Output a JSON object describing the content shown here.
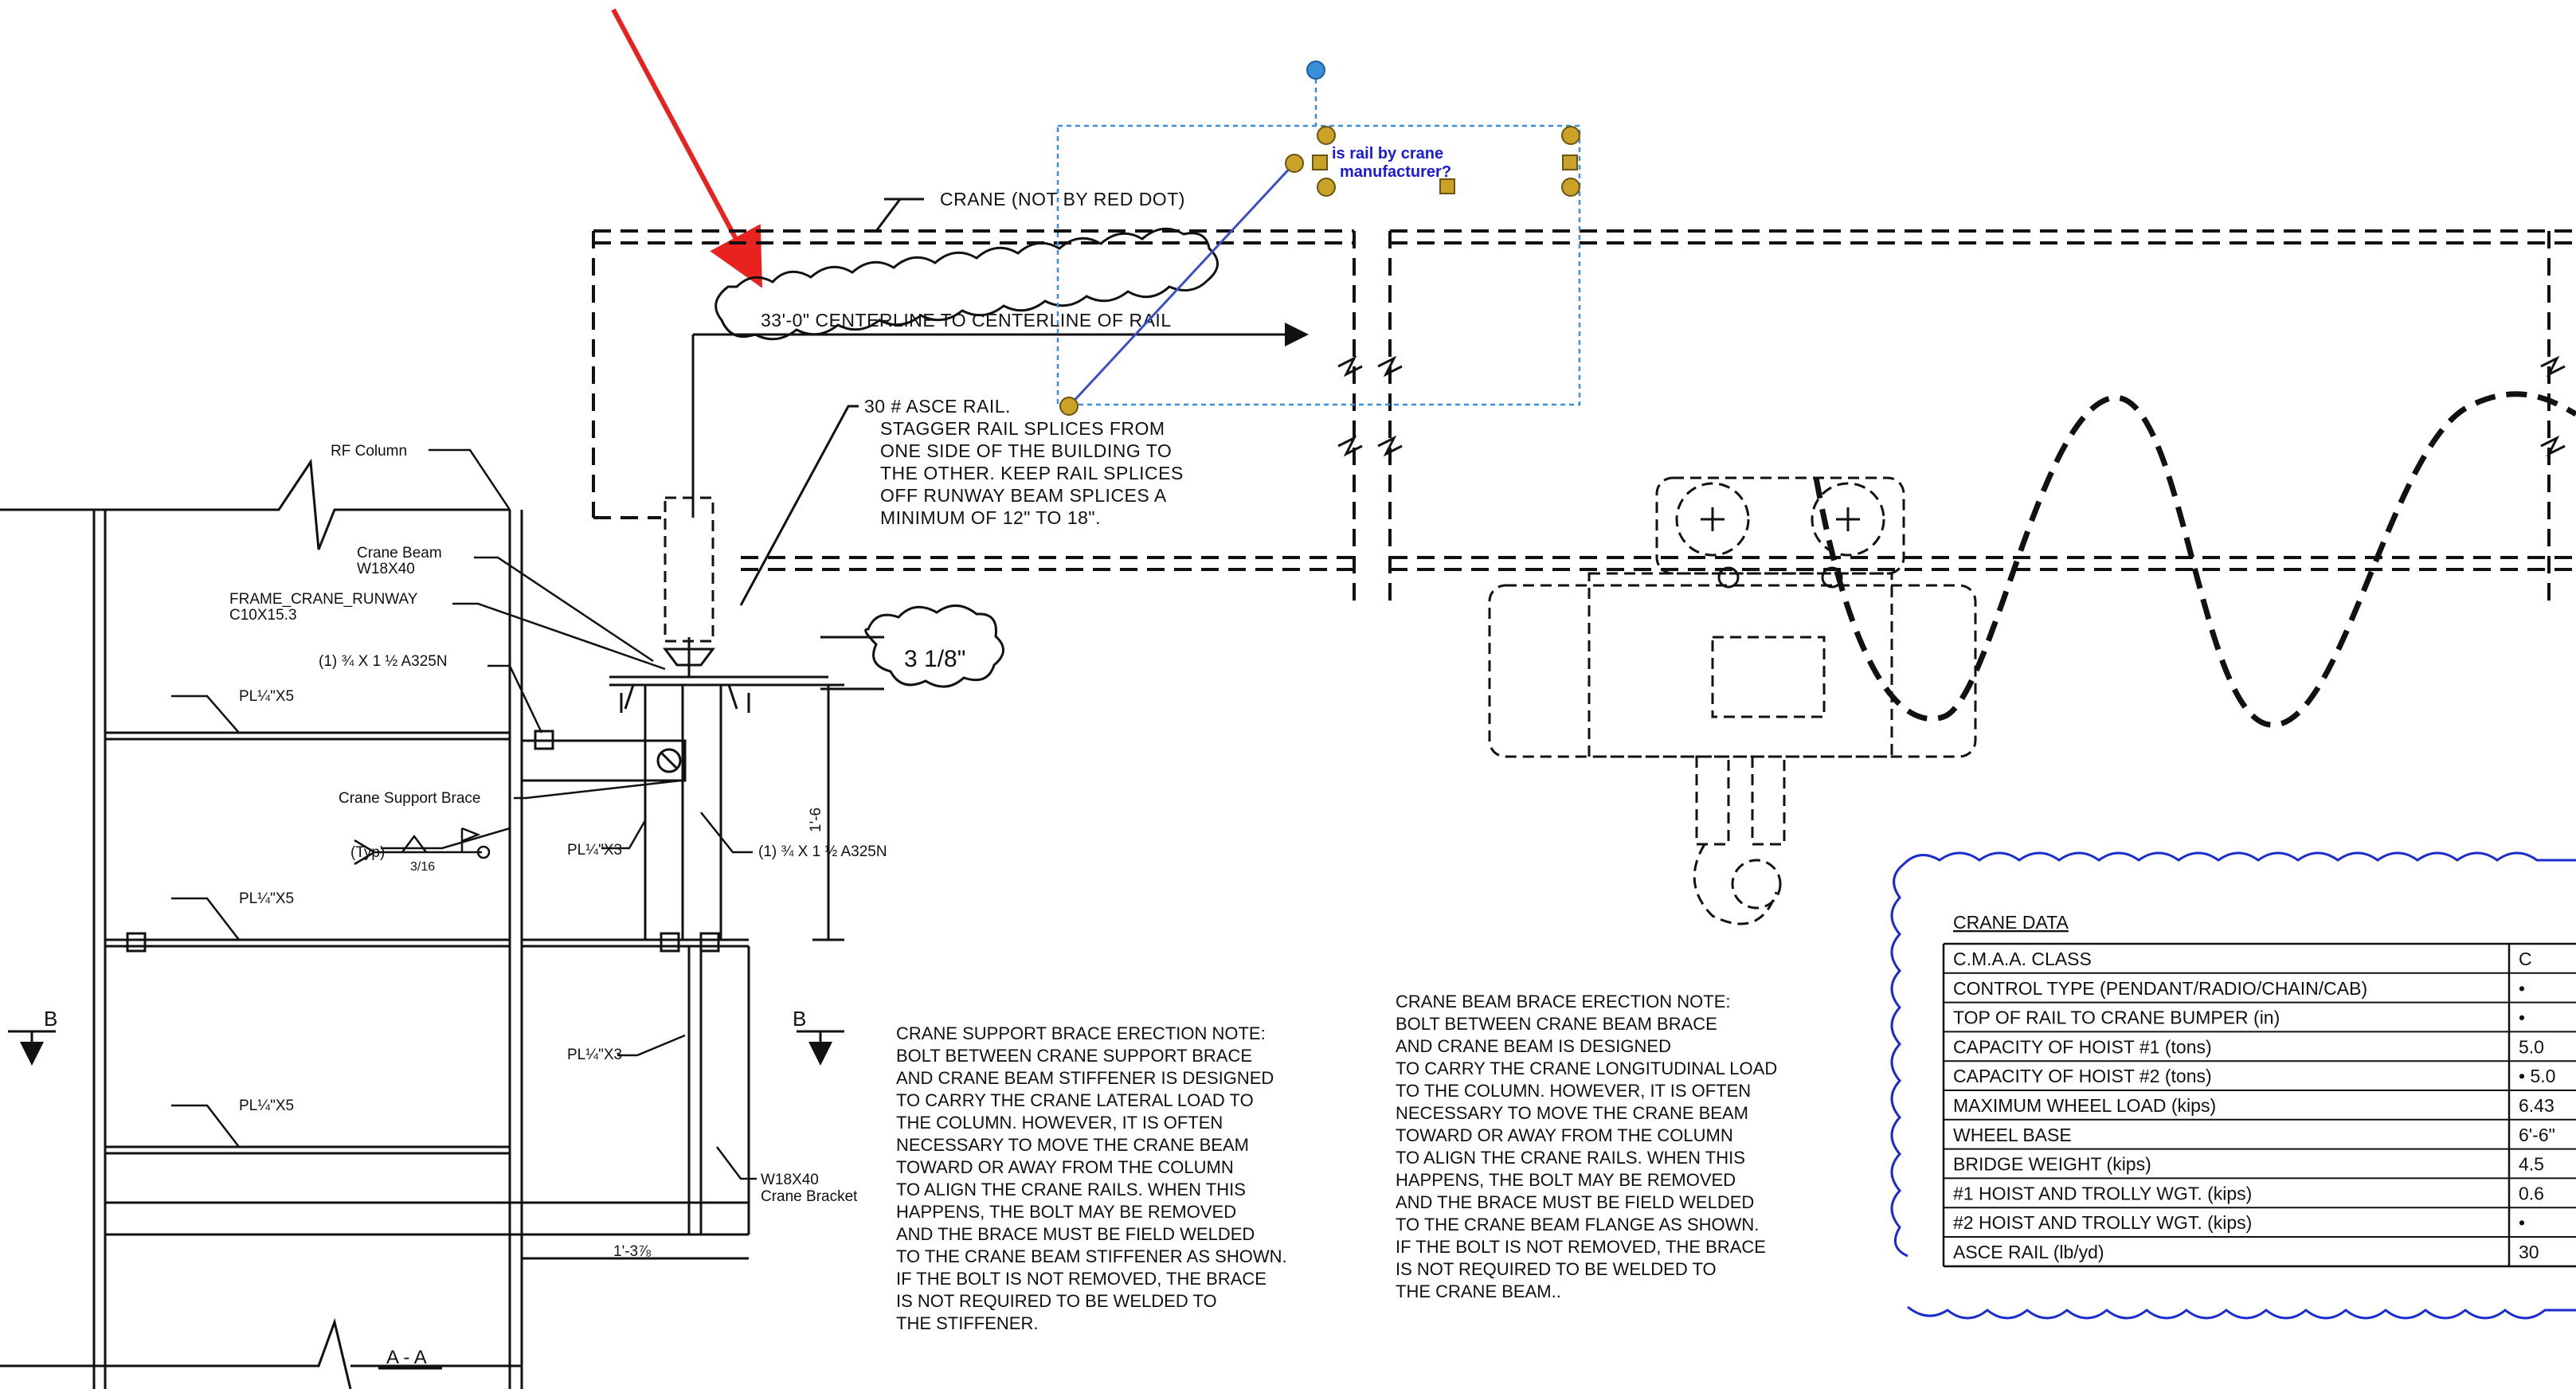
{
  "annotation": {
    "comment": "is rail by crane manufacturer?",
    "comment_line1": "is rail by crane",
    "comment_line2": "manufacturer?"
  },
  "callouts": {
    "crane_label": "CRANE (NOT BY RED DOT)",
    "centerline": "33'-0\" CENTERLINE TO CENTERLINE OF RAIL",
    "rail_dim": "3 1/8\"",
    "rail_note": [
      "30 # ASCE RAIL.",
      "STAGGER RAIL SPLICES FROM",
      "ONE SIDE OF THE BUILDING TO",
      "THE OTHER. KEEP RAIL SPLICES",
      "OFF RUNWAY BEAM SPLICES A",
      "MINIMUM OF 12\" TO 18\"."
    ]
  },
  "section_labels": {
    "rf_column": "RF Column",
    "crane_beam": "Crane Beam",
    "crane_beam_size": "W18X40",
    "runway": "FRAME_CRANE_RUNWAY",
    "runway_size": "C10X15.3",
    "bolt_top": "(1) ¾ X 1 ½ A325N",
    "plate_1": "PL¼\"X5",
    "crane_support_brace": "Crane Support Brace",
    "typ": "(Typ)",
    "weld": "3/16",
    "plate_x3_a": "PL¼\"X3",
    "bolt_side": "(1) ¾ X 1 ½ A325N",
    "dim_vertical": "1'-6",
    "plate_2": "PL¼\"X5",
    "plate_x3_b": "PL¼\"X3",
    "plate_3": "PL¼\"X5",
    "bracket_size": "W18X40",
    "bracket_name": "Crane Bracket",
    "dim_horizontal": "1'-3⅞",
    "section_mark_left": "B",
    "section_mark_right": "B",
    "section_title": "A - A"
  },
  "notes": {
    "support_brace": [
      "CRANE SUPPORT BRACE ERECTION NOTE:",
      "BOLT BETWEEN CRANE SUPPORT BRACE",
      "AND CRANE BEAM STIFFENER IS DESIGNED",
      "TO CARRY THE CRANE LATERAL LOAD TO",
      "THE COLUMN.  HOWEVER, IT IS OFTEN",
      "NECESSARY TO MOVE THE CRANE BEAM",
      "TOWARD OR AWAY FROM THE COLUMN",
      "TO ALIGN THE CRANE RAILS. WHEN THIS",
      "HAPPENS, THE BOLT MAY BE REMOVED",
      "AND THE BRACE MUST BE FIELD WELDED",
      "TO THE CRANE BEAM STIFFENER AS SHOWN.",
      "IF THE BOLT IS NOT REMOVED, THE BRACE",
      "IS NOT REQUIRED TO BE WELDED TO",
      "THE STIFFENER."
    ],
    "beam_brace": [
      "CRANE BEAM BRACE ERECTION NOTE:",
      "BOLT BETWEEN CRANE BEAM BRACE",
      "AND CRANE BEAM IS DESIGNED",
      "TO CARRY THE CRANE LONGITUDINAL LOAD",
      "TO THE COLUMN.  HOWEVER, IT IS OFTEN",
      "NECESSARY TO MOVE THE CRANE BEAM",
      "TOWARD OR AWAY FROM THE COLUMN",
      "TO ALIGN THE CRANE RAILS. WHEN THIS",
      "HAPPENS, THE BOLT MAY BE REMOVED",
      "AND THE BRACE MUST BE FIELD WELDED",
      "TO THE CRANE BEAM FLANGE AS SHOWN.",
      "IF THE BOLT IS NOT REMOVED, THE BRACE",
      "IS NOT REQUIRED TO BE WELDED TO",
      "THE CRANE BEAM.."
    ]
  },
  "crane_data": {
    "title": "CRANE DATA",
    "rows": [
      {
        "label": "C.M.A.A. CLASS",
        "value": "C"
      },
      {
        "label": "CONTROL TYPE (PENDANT/RADIO/CHAIN/CAB)",
        "value": "•"
      },
      {
        "label": "TOP OF RAIL TO CRANE BUMPER (in)",
        "value": "•"
      },
      {
        "label": "CAPACITY OF HOIST #1 (tons)",
        "value": "5.0"
      },
      {
        "label": "CAPACITY OF HOIST #2 (tons)",
        "value": "• 5.0"
      },
      {
        "label": "MAXIMUM WHEEL LOAD (kips)",
        "value": "6.43"
      },
      {
        "label": "WHEEL BASE",
        "value": "6'-6\""
      },
      {
        "label": "BRIDGE WEIGHT (kips)",
        "value": "4.5"
      },
      {
        "label": "#1 HOIST AND TROLLY WGT. (kips)",
        "value": "0.6"
      },
      {
        "label": "#2 HOIST AND TROLLY WGT. (kips)",
        "value": "•"
      },
      {
        "label": "ASCE RAIL (lb/yd)",
        "value": "30"
      }
    ]
  },
  "colors": {
    "arrow": "#e8231f",
    "selection": "#3a8fd8",
    "handle": "#c9a227",
    "comment_text": "#1a1adb",
    "ink": "#111111"
  }
}
